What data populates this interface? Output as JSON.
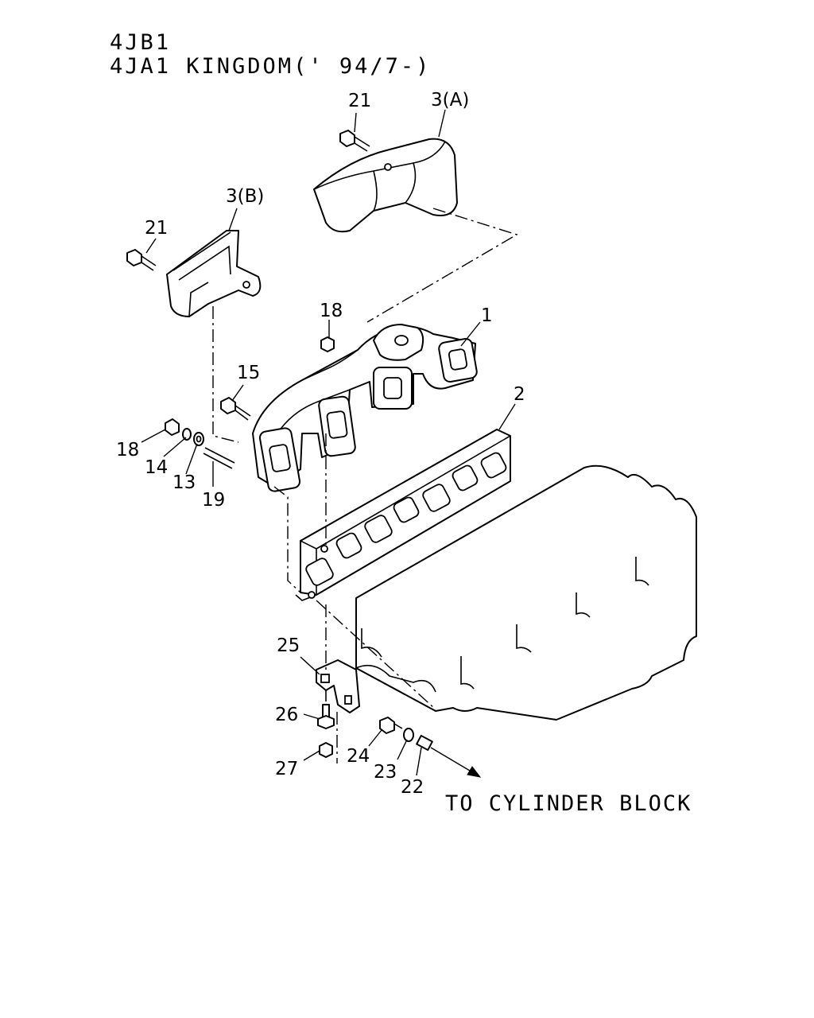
{
  "header": {
    "line1": "4JB1",
    "line2": "4JA1 KINGDOM(' 94/7-)"
  },
  "callouts": {
    "p21_top": "21",
    "p3a": "3(A)",
    "p3b": "3(B)",
    "p21_left": "21",
    "p18_top": "18",
    "p1": "1",
    "p15": "15",
    "p2": "2",
    "p18_left": "18",
    "p14": "14",
    "p13": "13",
    "p19": "19",
    "p25": "25",
    "p26": "26",
    "p27": "27",
    "p24": "24",
    "p23": "23",
    "p22": "22"
  },
  "note": "TO CYLINDER BLOCK"
}
